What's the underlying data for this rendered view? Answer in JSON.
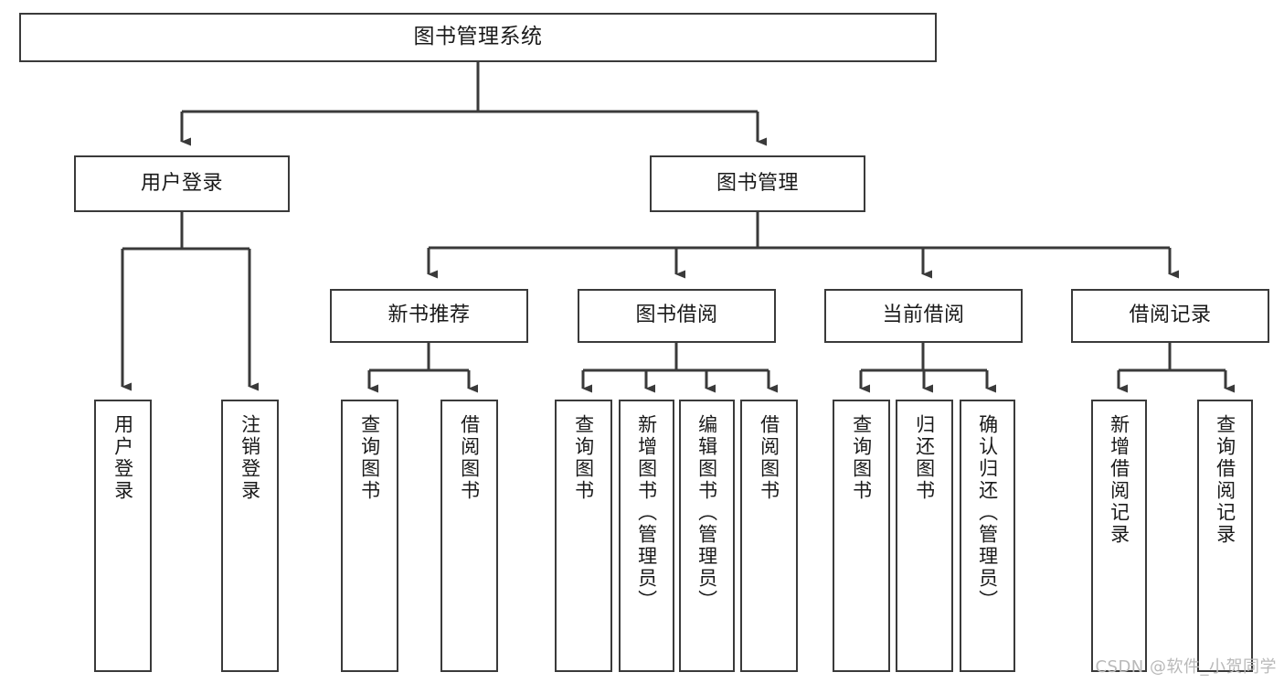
{
  "diagram": {
    "title": "图书管理系统",
    "watermark": "CSDN @软件_小贺同学",
    "accent_color": "#3a3a3a",
    "background_color": "#ffffff",
    "nodes": {
      "root": {
        "label": "图书管理系统"
      },
      "level2": [
        {
          "label": "用户登录"
        },
        {
          "label": "图书管理"
        }
      ],
      "level3": [
        {
          "label": "新书推荐"
        },
        {
          "label": "图书借阅"
        },
        {
          "label": "当前借阅"
        },
        {
          "label": "借阅记录"
        }
      ],
      "leaves": {
        "user_login": [
          {
            "label": "用户登录"
          },
          {
            "label": "注销登录"
          }
        ],
        "new_book": [
          {
            "label": "查询图书"
          },
          {
            "label": "借阅图书"
          }
        ],
        "book_borrow": [
          {
            "label": "查询图书"
          },
          {
            "label": "新增图书（管理员）"
          },
          {
            "label": "编辑图书（管理员）"
          },
          {
            "label": "借阅图书"
          }
        ],
        "current_borrow": [
          {
            "label": "查询图书"
          },
          {
            "label": "归还图书"
          },
          {
            "label": "确认归还（管理员）"
          }
        ],
        "borrow_record": [
          {
            "label": "新增借阅记录"
          },
          {
            "label": "查询借阅记录"
          }
        ]
      }
    }
  }
}
